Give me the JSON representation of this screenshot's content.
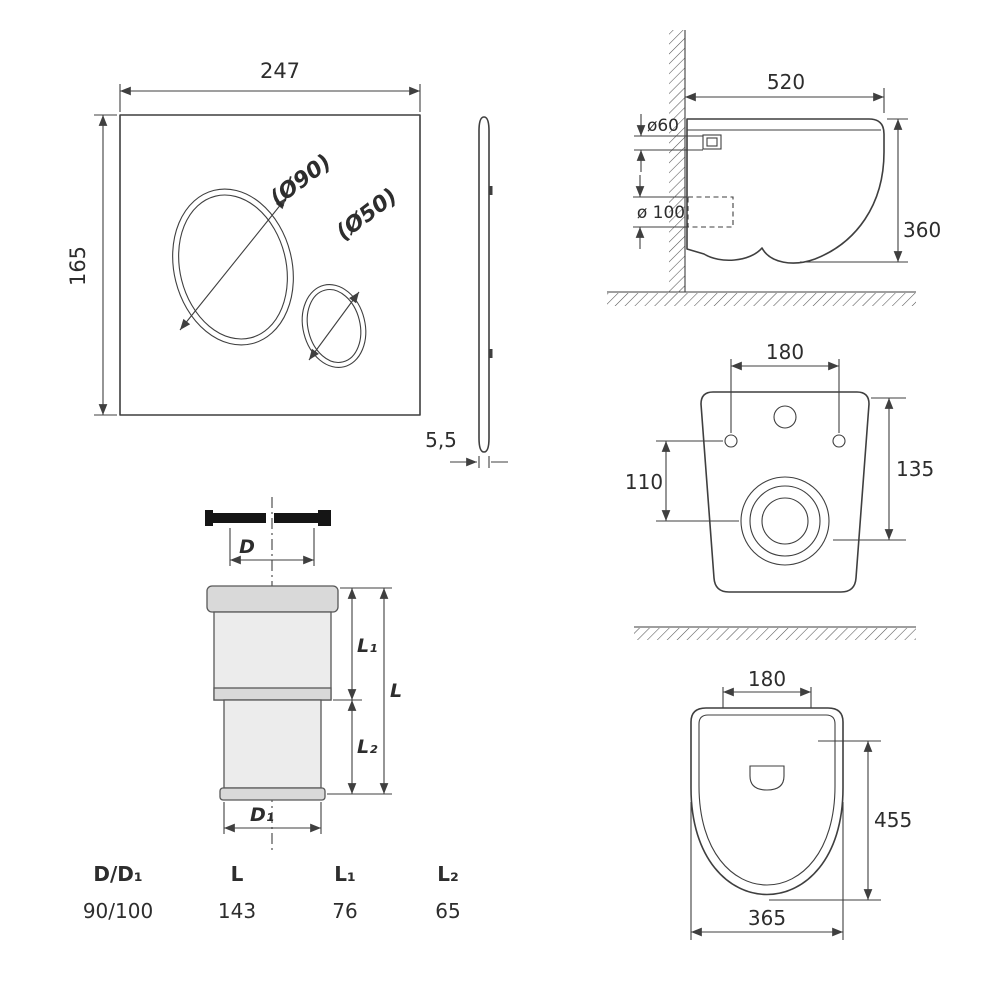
{
  "flush_plate": {
    "width": "247",
    "height": "165",
    "large_opening": "(Ø90)",
    "small_opening": "(Ø50)",
    "thickness": "5,5"
  },
  "wc_side_view": {
    "depth": "520",
    "inlet_diameter": "ø60",
    "outlet_diameter": "ø 100",
    "height": "360"
  },
  "wc_front_view": {
    "fixing_distance": "180",
    "outlet_offset": "110",
    "outlet_height": "135"
  },
  "wc_plan_view": {
    "hinge_distance": "180",
    "length": "455",
    "width": "365"
  },
  "connector": {
    "dim_d": "D",
    "dim_d1": "D₁",
    "dim_l": "L",
    "dim_l1": "L₁",
    "dim_l2": "L₂",
    "table": {
      "headers": [
        "D/D₁",
        "L",
        "L₁",
        "L₂"
      ],
      "values": [
        "90/100",
        "143",
        "76",
        "65"
      ]
    }
  }
}
